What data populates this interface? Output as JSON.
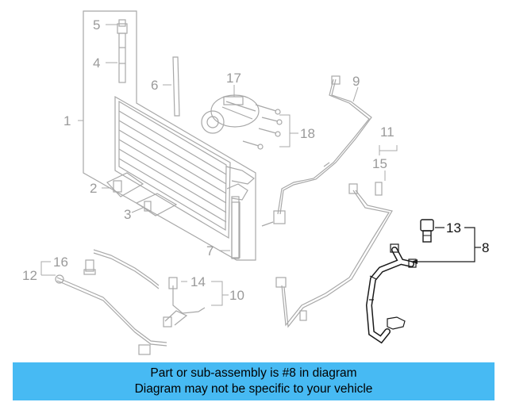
{
  "callouts": {
    "c1": "1",
    "c2": "2",
    "c3": "3",
    "c4": "4",
    "c5": "5",
    "c6": "6",
    "c7": "7",
    "c8": "8",
    "c9": "9",
    "c10": "10",
    "c11": "11",
    "c12": "12",
    "c13": "13",
    "c14": "14",
    "c15": "15",
    "c16": "16",
    "c17": "17",
    "c18": "18"
  },
  "highlighted_part": "8",
  "colors": {
    "banner": "#47baf3",
    "highlight": "#1a1a1a",
    "dimmed": "#a8a8a8"
  },
  "banner": {
    "line1": "Part or sub-assembly is #8 in diagram",
    "line2": "Diagram may not be specific to your vehicle"
  }
}
